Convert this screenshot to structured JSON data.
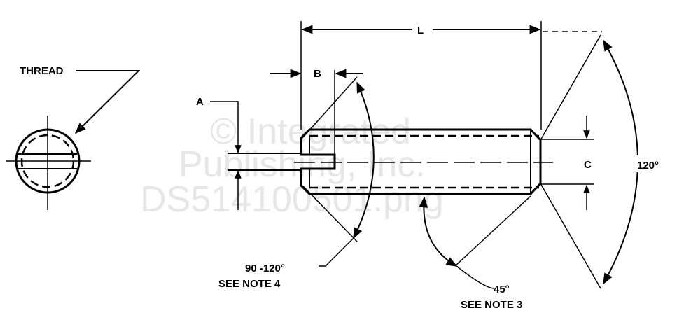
{
  "labels": {
    "thread": "THREAD",
    "a": "A",
    "b": "B",
    "l": "L",
    "c": "C",
    "angle_120": "120°",
    "angle_90_120": "90 -120°",
    "see_note_4": "SEE NOTE 4",
    "angle_45": "45°",
    "see_note_3": "SEE NOTE 3"
  },
  "watermark": {
    "line1": "© Integrated",
    "line2": "Publishing, Inc.",
    "line3": "DS514100501.png"
  }
}
